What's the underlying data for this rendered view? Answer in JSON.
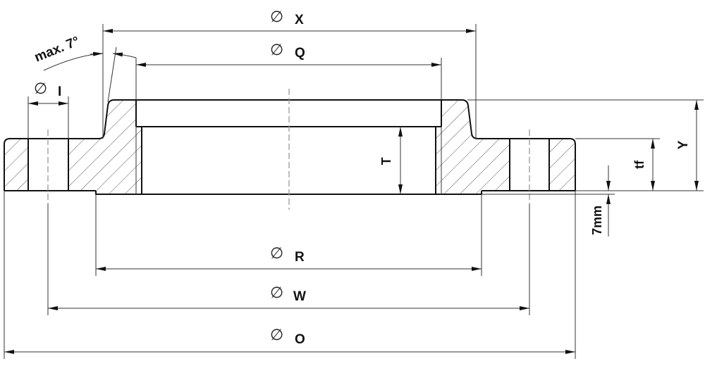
{
  "drawing": {
    "title": "Flange cross-section dimension drawing",
    "diameter_symbol": "∅",
    "angle_note": "max. 7°",
    "colors": {
      "line": "#111111",
      "hatch": "#555555",
      "centerline": "#999999",
      "background": "#ffffff"
    },
    "dimensions": {
      "X": "X",
      "Q": "Q",
      "I": "I",
      "T": "T",
      "tf": "tf",
      "Y": "Y",
      "face": "7mm",
      "R": "R",
      "W": "W",
      "O": "O"
    }
  }
}
